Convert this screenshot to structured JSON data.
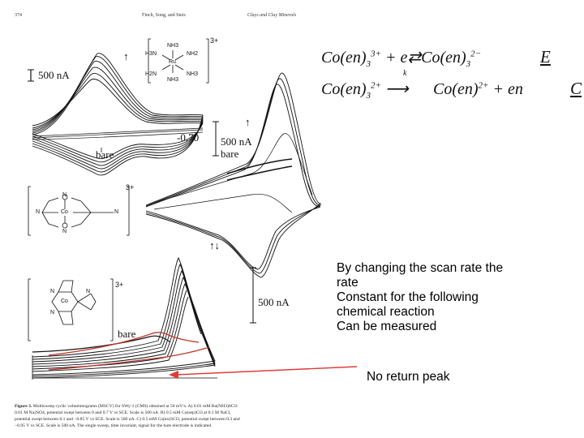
{
  "header": {
    "page_number": "374",
    "authors": "Finch, Song, and Steis",
    "journal": "Clays and Clay Minerals"
  },
  "panel_a": {
    "scale_label": "500 nA",
    "potential_label": "-0.70",
    "bare_label": "bare",
    "arrow_symbol": "↑",
    "complex_charge": "3+",
    "atoms": {
      "nh3": "NH3",
      "h3n": "H3N",
      "ru": "Ru",
      "nh2": "NH2",
      "h2n": "H2N"
    }
  },
  "panel_b": {
    "scale_label": "500 nA",
    "bare_label": "bare",
    "arrow_symbol": "↑",
    "complex_charge": "3+",
    "atoms": {
      "n": "N",
      "co": "Co"
    }
  },
  "panel_c": {
    "scale_label": "500 nA",
    "bare_label": "bare",
    "arrow_symbol": "↑↓",
    "complex_charge": "3+",
    "atoms": {
      "n": "N",
      "co": "Co"
    }
  },
  "equations": {
    "eq1": {
      "left": "Co(en)",
      "left_sub": "3",
      "left_sup": "3+",
      "plus_e": "+ e",
      "arrow": "⇄",
      "right": "Co(en)",
      "right_sub": "3",
      "right_sup": "2−"
    },
    "eq2": {
      "left": "Co(en)",
      "left_sub": "3",
      "left_sup": "2+",
      "k": "k",
      "right": "Co(en)",
      "right_sup": "2+",
      "tail": "+ en"
    },
    "label_e": "E",
    "label_c": "C"
  },
  "annotation": {
    "line1": "By changing the scan rate the",
    "line2": "rate",
    "line3": "Constant for the following",
    "line4": "chemical reaction",
    "line5": "Can be measured",
    "no_return": "No return peak"
  },
  "caption": {
    "fig_label": "Figure 3.",
    "line1": "Multisweep cyclic voltammograms (MSCV) for SWy-1 (CMS) obtained at 50 mV/s. A) 0.01 mM Ru(NH3)6Cl3",
    "line2": "0.01 M Na2SO4, potential swept between 0 and 0.7 V vs SCE. Scale is 500 nA. B) 0.5 mM Co(sep)Cl3 at 0.1 M NaCl,",
    "line3": "potential swept between 0.1 and −0.85 V vs SCE. Scale is 500 nA. C) 0.5 mM Co(en)3Cl3, potential swept between 0.3 and",
    "line4": "−0.95 V vs SCE. Scale is 500 nA. The single sweep, time invariant, signal for the bare electrode is indicated."
  },
  "colors": {
    "annotation_arrow": "#e03a3a",
    "highlight_trace": "#c0392b"
  }
}
